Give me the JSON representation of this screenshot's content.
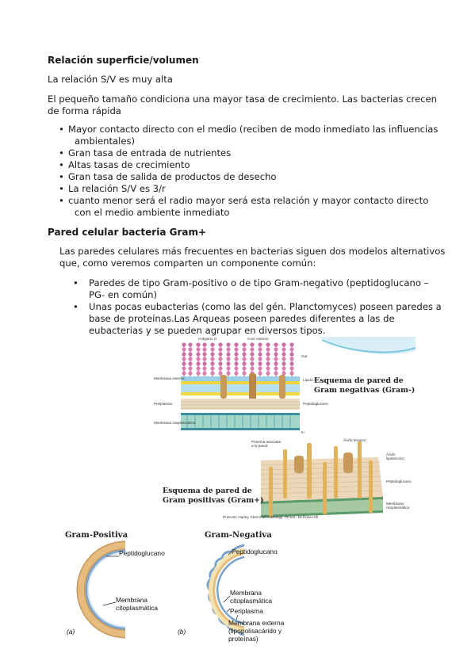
{
  "section1": {
    "heading": "Relación superficie/volumen",
    "p1": "La relación S/V es muy alta",
    "p2_line1": "El pequeño tamaño condiciona una mayor tasa de crecimiento. Las bacterias crecen",
    "p2_line2": "de forma rápida",
    "bullets": [
      {
        "l1": "Mayor contacto directo con el medio (reciben de modo inmediato las influencias",
        "l2": "ambientales)"
      },
      {
        "l1": "Gran tasa de entrada de nutrientes"
      },
      {
        "l1": "Altas tasas de crecimiento"
      },
      {
        "l1": "Gran tasa de salida de productos de desecho"
      },
      {
        "l1": "La relación S/V es 3/r"
      },
      {
        "l1": "cuanto menor será el radio mayor será esta relación y  mayor contacto directo",
        "l2": "con el medio ambiente inmediato"
      }
    ]
  },
  "section2": {
    "heading": "Pared celular bacteria Gram+",
    "p1_line1": "Las paredes celulares más frecuentes en bacterias siguen dos modelos alternativos",
    "p1_line2": "que, como veremos comparten un componente común:",
    "bullets": [
      {
        "l1": "Paredes de tipo Gram-positivo o de tipo Gram-negativo (peptidoglucano –",
        "l2": "PG- en común)"
      },
      {
        "l1": "Unas pocas eubacterias (como las del gén. Planctomyces) poseen paredes  a",
        "l2": "base de proteínas.Las Arqueas poseen paredes diferentes a las de",
        "l3": "eubacterias y se pueden agrupar en diversos tipos."
      }
    ]
  },
  "figure_gram_neg": {
    "caption_l1": "Esquema de pared de",
    "caption_l2": "Gram negativas (Gram-)",
    "labels": [
      "Antígeno O",
      "Core externo",
      "Lípido A",
      "Membrana externa",
      "Periplasma",
      "Peptidoglucano",
      "Membrana citoplasmática",
      "Out",
      "In"
    ]
  },
  "figure_gram_pos": {
    "caption_l1": "Esquema de pared de",
    "caption_l2": "Gram positivas (Gram+)",
    "labels": [
      "Proteína asociada a la pared",
      "Ácido teicoico",
      "Ácido lipoteicoico",
      "Peptidoglucano",
      "Membrana citoplasmática"
    ],
    "footer": "Prescott, Harley, Klein's Microbiology, 7th Ed., McGraw-Hill"
  },
  "figure_compare": {
    "left_title": "Gram-Positiva",
    "right_title": "Gram-Negativa",
    "left_labels": {
      "pg": "Peptidoglucano",
      "mem1": "Membrana",
      "mem2": "citoplasmática",
      "tag": "(a)"
    },
    "right_labels": {
      "pg": "Peptidoglucano",
      "mem1": "Membrana",
      "mem2": "citoplasmática",
      "peri": "Periplasma",
      "ext1": "Membrana externa",
      "ext2": "(lipopolisacárido y",
      "ext3": "proteínas)",
      "tag": "(b)"
    }
  },
  "colors": {
    "pg": "#e3b877",
    "membrane": "#9ab8d8",
    "outer": "#c9ddef",
    "periplasm": "#f3e3b0"
  }
}
